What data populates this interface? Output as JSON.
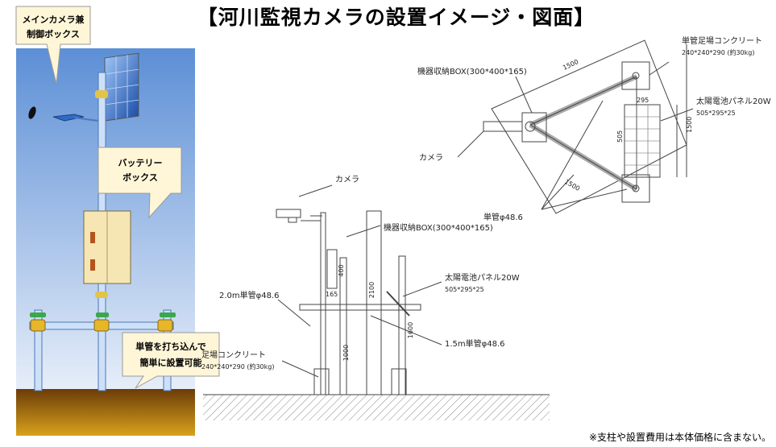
{
  "title": "【河川監視カメラの設置イメージ・図面】",
  "footnote": "※支柱や設置費用は本体価格に含まない。",
  "illustration": {
    "callout_camera": [
      "メインカメラ兼",
      "制御ボックス"
    ],
    "callout_battery": [
      "バッテリー",
      "ボックス"
    ],
    "callout_pipe": [
      "単管を打ち込んで",
      "簡単に設置可能"
    ]
  },
  "side_view": {
    "camera": "カメラ",
    "box": "機器収納BOX(300*400*165)",
    "pipe20": "2.0m単管φ48.6",
    "panel": "太陽電池パネル20W",
    "panel_size": "505*295*25",
    "pipe15": "1.5m単管φ48.6",
    "concrete": "足場コンクリート",
    "concrete_size": "240*240*290 (約30kg)",
    "dim_2100": "2100",
    "dim_1600": "1600",
    "dim_1000": "1000",
    "dim_400": "400",
    "dim_165": "165"
  },
  "top_view": {
    "concrete": "単管足場コンクリート",
    "concrete_size": "240*240*290 (約30kg)",
    "box": "機器収納BOX(300*400*165)",
    "panel": "太陽電池パネル20W",
    "panel_size": "505*295*25",
    "camera": "カメラ",
    "pipe": "単管φ48.6",
    "dim_1500_a": "1500",
    "dim_1500_b": "1500",
    "dim_1500_c": "1500",
    "dim_505": "505",
    "dim_295": "295"
  }
}
